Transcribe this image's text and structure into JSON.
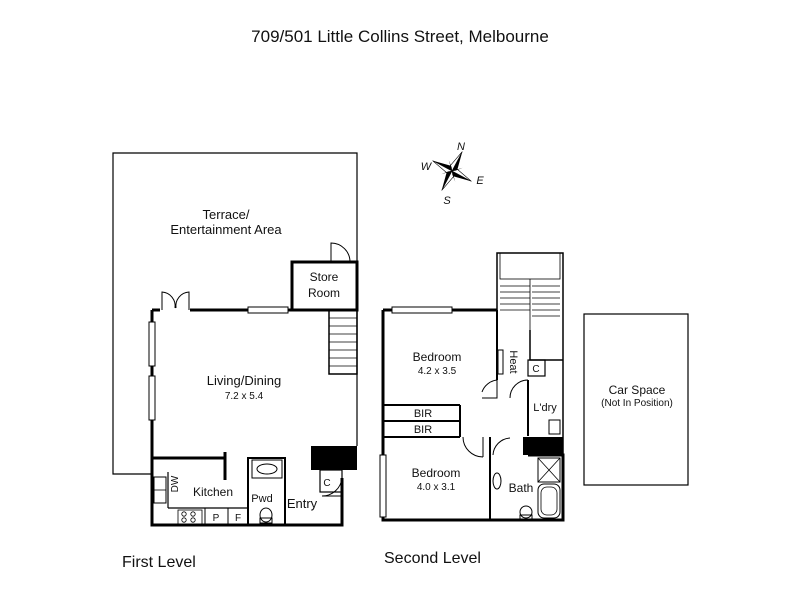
{
  "title": "709/501 Little Collins Street, Melbourne",
  "compass": {
    "n": "N",
    "e": "E",
    "s": "S",
    "w": "W"
  },
  "rooms": {
    "terrace": [
      "Terrace/",
      "Entertainment Area"
    ],
    "store_room": [
      "Store",
      "Room"
    ],
    "living": {
      "name": "Living/Dining",
      "dims": "7.2 x 5.4"
    },
    "kitchen": "Kitchen",
    "dw": "DW",
    "p": "P",
    "f": "F",
    "pwd": "Pwd",
    "entry": "Entry",
    "c1": "C",
    "bedroom1": {
      "name": "Bedroom",
      "dims": "4.2 x 3.5"
    },
    "heat": "Heat",
    "c2": "C",
    "ldry": "L'dry",
    "bir1": "BIR",
    "bir2": "BIR",
    "bedroom2": {
      "name": "Bedroom",
      "dims": "4.0 x 3.1"
    },
    "bath": "Bath",
    "car_space": {
      "name": "Car Space",
      "note": "(Not In Position)"
    }
  },
  "levels": {
    "first": "First Level",
    "second": "Second Level"
  }
}
